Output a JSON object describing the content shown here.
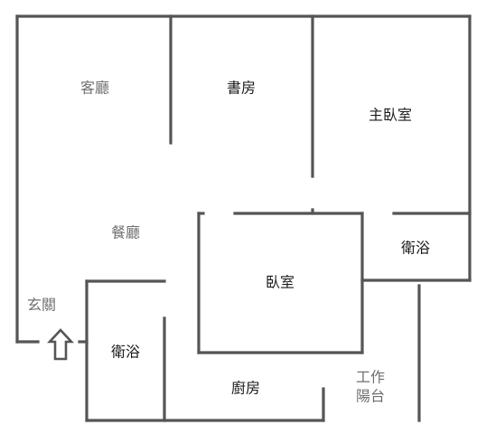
{
  "rooms": {
    "living_room": "客廳",
    "study": "書房",
    "master_bedroom": "主臥室",
    "dining_room": "餐廳",
    "master_bathroom": "衛浴",
    "bedroom": "臥室",
    "entrance": "玄關",
    "bathroom": "衛浴",
    "kitchen": "廚房",
    "utility_balcony_line1": "工作",
    "utility_balcony_line2": "陽台"
  },
  "colors": {
    "wall": "#555555",
    "label_dark": "#1a1a1a",
    "label_grey": "#6f6f6f",
    "background": "#ffffff"
  },
  "icons": {
    "entry": "up-arrow-icon"
  }
}
